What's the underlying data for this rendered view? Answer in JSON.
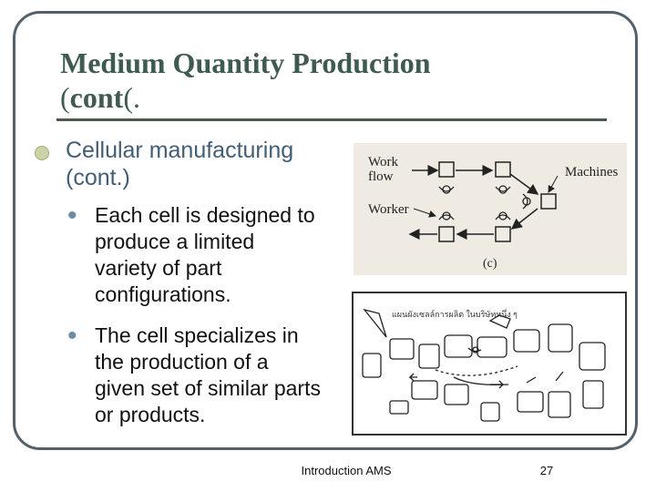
{
  "slide": {
    "title_line1": "Medium Quantity Production",
    "title_line2_bold": "cont",
    "title_line2_open": "(",
    "title_line2_close": "(.",
    "bullet": {
      "lines": [
        "Cellular manufacturing",
        "(cont.)"
      ]
    },
    "sub_bullets": [
      {
        "lines": [
          "Each cell is designed to",
          "produce a limited",
          "variety of part",
          "configurations."
        ]
      },
      {
        "lines": [
          "The cell specializes in",
          "the production of a",
          "given set of similar parts",
          "or products."
        ]
      }
    ],
    "bullet_glyph": "•"
  },
  "figure_top": {
    "label_work": "Work",
    "label_flow": "flow",
    "label_worker": "Worker",
    "label_machines": "Machines",
    "label_c": "(c)"
  },
  "figure_bottom": {
    "handwritten_label": "แผนผังเซลล์การผลิต ในบริษัทหนึ่ง ๆ"
  },
  "footer": {
    "center": "Introduction AMS",
    "page": "27"
  },
  "colors": {
    "title": "#3f5a50",
    "frame": "#54606a",
    "level1_text": "#425e74",
    "bullet_fill": "#c9d4a4"
  }
}
